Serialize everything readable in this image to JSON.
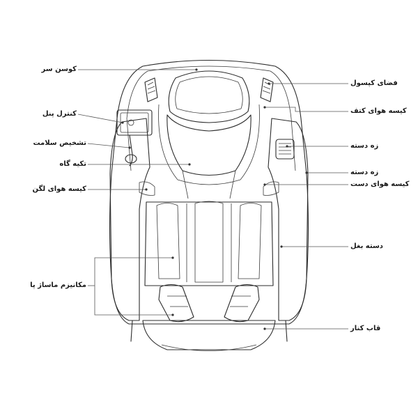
{
  "callouts_left": [
    {
      "id": "head-pillow",
      "text": "کوسن سر"
    },
    {
      "id": "control-panel",
      "text": "کنترل پنل"
    },
    {
      "id": "health-diagnosis",
      "text": "تشخیص سلامت"
    },
    {
      "id": "backrest",
      "text": "تکیه گاه"
    },
    {
      "id": "pelvis-airbag",
      "text": "کیسه هوای لگن"
    },
    {
      "id": "foot-massage",
      "text": "مکانیزم ماساژ پا"
    }
  ],
  "callouts_right": [
    {
      "id": "capsule-space",
      "text": "فضای کپسول"
    },
    {
      "id": "shoulder-airbag",
      "text": "کیسه هوای کتف"
    },
    {
      "id": "armrest-1",
      "text": "زه دسته"
    },
    {
      "id": "armrest-2",
      "text": "زه دسته"
    },
    {
      "id": "hand-airbag",
      "text": "کیسه هوای دست"
    },
    {
      "id": "side-handle",
      "text": "دسته بغل"
    },
    {
      "id": "side-frame",
      "text": "قاب کنار"
    }
  ],
  "colors": {
    "line": "#2b2b2b",
    "text": "#1a1a1a",
    "background": "#ffffff"
  }
}
